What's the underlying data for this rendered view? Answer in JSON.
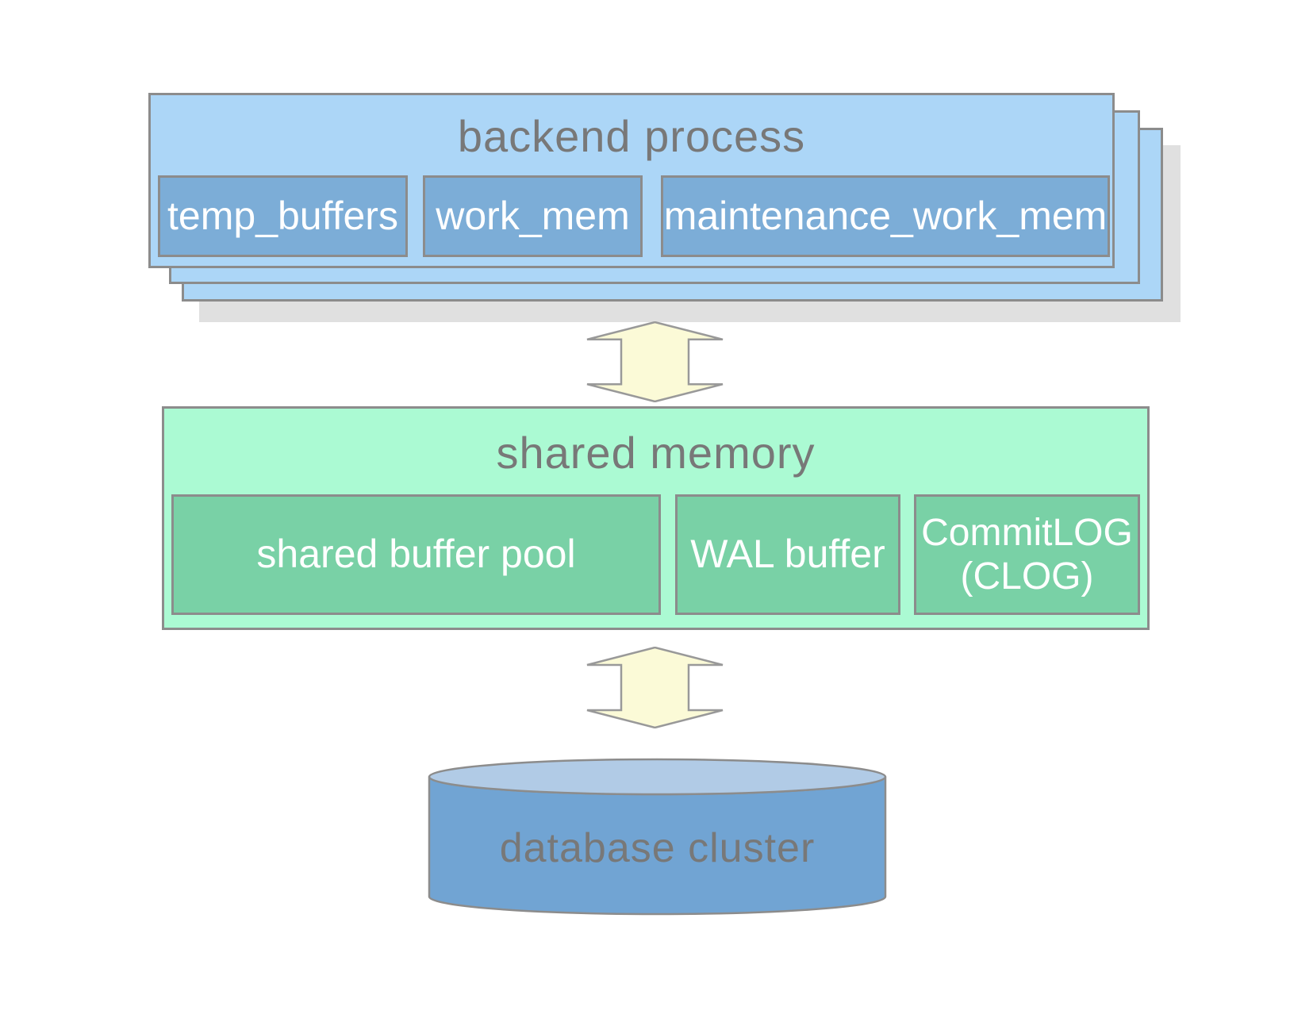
{
  "colors": {
    "blue_outer": "#ACD6F7",
    "blue_inner": "#7CADD7",
    "green_outer": "#ABFAD3",
    "green_inner": "#79D1A6",
    "arrow_fill": "#FBFAD7",
    "arrow_stroke": "#999999",
    "border_gray": "#8C8C8C",
    "title_text": "#787878",
    "box_text": "#FFFFFF",
    "stack_shadow": "#E0E0E0",
    "cylinder_body": "#71A4D3",
    "cylinder_top": "#B1CBE6"
  },
  "backend": {
    "title": "backend process",
    "boxes": [
      {
        "label": "temp_buffers"
      },
      {
        "label": "work_mem"
      },
      {
        "label": "maintenance_work_mem"
      }
    ]
  },
  "shared_memory": {
    "title": "shared memory",
    "boxes": [
      {
        "label": "shared buffer pool"
      },
      {
        "label": "WAL buffer"
      },
      {
        "label": "CommitLOG",
        "label_line2": "(CLOG)"
      }
    ]
  },
  "database": {
    "label": "database cluster"
  },
  "arrows": [
    {
      "name": "backend-shared-memory-arrow",
      "direction": "bidirectional"
    },
    {
      "name": "shared-memory-database-arrow",
      "direction": "bidirectional"
    }
  ]
}
